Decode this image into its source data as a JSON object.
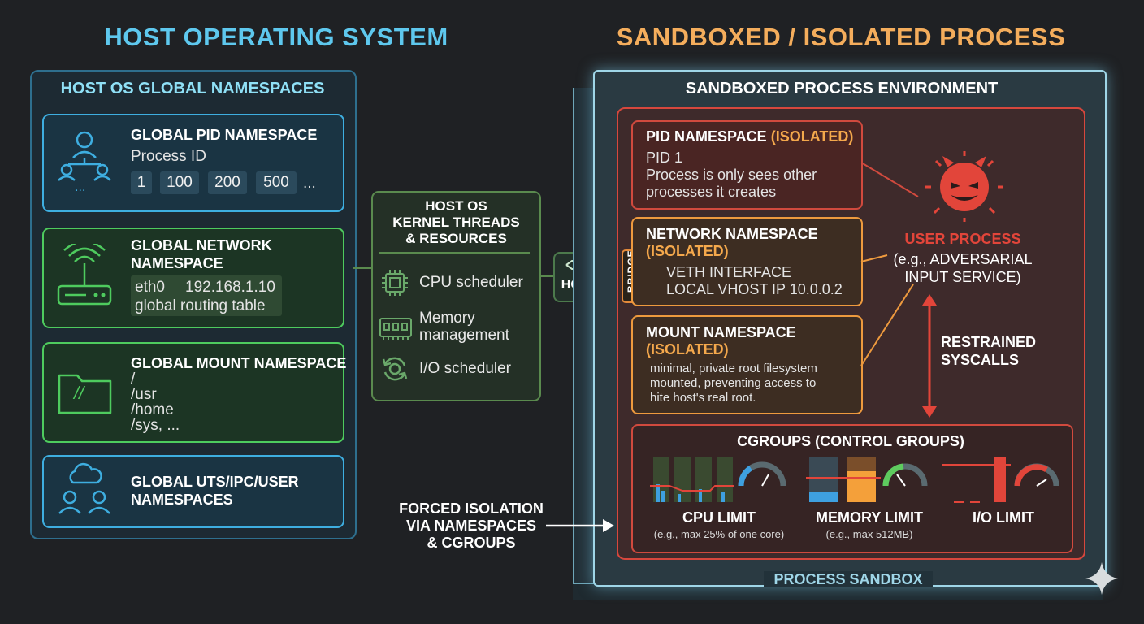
{
  "titles": {
    "host": "HOST OPERATING SYSTEM",
    "sandbox": "SANDBOXED / ISOLATED PROCESS"
  },
  "host_panel": {
    "heading": "HOST OS GLOBAL NAMESPACES",
    "pid": {
      "title": "GLOBAL PID NAMESPACE",
      "subtitle": "Process ID",
      "chips": [
        "1",
        "100",
        "200",
        "500"
      ],
      "ellipsis": "...",
      "icon_ellipsis": "..."
    },
    "network": {
      "title_line1": "GLOBAL NETWORK",
      "title_line2": "NAMESPACE",
      "iface": "eth0",
      "ip": "192.168.1.10",
      "routing": "global routing table"
    },
    "mount": {
      "title": "GLOBAL MOUNT NAMESPACE",
      "paths": [
        "/",
        "/usr",
        "/home",
        "/sys, ..."
      ],
      "icon_text": "//"
    },
    "uts": {
      "title_line1": "GLOBAL UTS/IPC/USER",
      "title_line2": "NAMESPACES"
    }
  },
  "kernel": {
    "title_line1": "HOST OS",
    "title_line2": "KERNEL THREADS",
    "title_line3": "& RESOURCES",
    "cpu": "CPU scheduler",
    "mem_line1": "Memory",
    "mem_line2": "management",
    "io": "I/O scheduler"
  },
  "connector": {
    "host_label": "HOST",
    "bridge_label": "BRIDGE"
  },
  "sandbox": {
    "env_title": "SANDBOXED PROCESS ENVIRONMENT",
    "footer": "PROCESS SANDBOX",
    "pid_ns": {
      "title": "PID NAMESPACE",
      "tag": "(ISOLATED)",
      "line1": "PID 1",
      "line2": "Process  is only sees other",
      "line3": "processes it creates"
    },
    "net_ns": {
      "title": "NETWORK NAMESPACE",
      "tag": "(ISOLATED)",
      "line1": "VETH INTERFACE",
      "line2": "LOCAL VHOST IP 10.0.0.2"
    },
    "mnt_ns": {
      "title": "MOUNT NAMESPACE",
      "tag": "(ISOLATED)",
      "line1": "minimal, private root filesystem",
      "line2": "mounted, preventing access to",
      "line3": "hite host's real root."
    },
    "user_process": {
      "title": "USER PROCESS",
      "line1": "(e.g., ADVERSARIAL",
      "line2": "INPUT SERVICE)"
    },
    "syscalls": {
      "line1": "RESTRAINED",
      "line2": "SYSCALLS"
    },
    "cgroups": {
      "title": "CGROUPS (CONTROL GROUPS)",
      "cpu_label": "CPU LIMIT",
      "cpu_sub": "(e.g., max 25% of one core)",
      "mem_label": "MEMORY LIMIT",
      "mem_sub": "(e.g., max 512MB)",
      "io_label": "I/O LIMIT"
    }
  },
  "forced": {
    "line1": "FORCED ISOLATION",
    "line2": "VIA NAMESPACES",
    "line3": "& CGROUPS"
  },
  "colors": {
    "host_accent": "#5ec8ee",
    "sandbox_accent": "#f4ad5c",
    "green": "#4ecb5e",
    "red": "#d14a3e",
    "orange": "#ee9a3e"
  },
  "icons": [
    "users-hierarchy-icon",
    "router-icon",
    "folder-icon",
    "cloud-users-icon",
    "cpu-chip-icon",
    "memory-module-icon",
    "refresh-cycle-icon",
    "devil-virus-icon",
    "gauge-icon",
    "sparkle-icon"
  ]
}
